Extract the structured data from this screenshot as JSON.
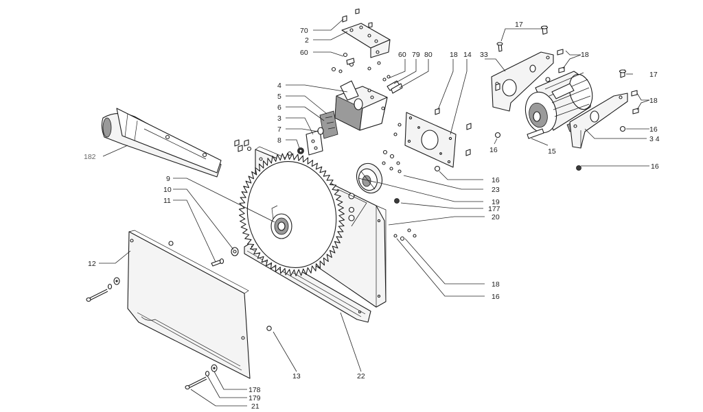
{
  "labels": {
    "l70": "70",
    "l2": "2",
    "l60a": "60",
    "l60b": "60",
    "l79": "79",
    "l80": "80",
    "l18a": "18",
    "l14": "14",
    "l17a": "17",
    "l33": "33",
    "l18b": "18",
    "l17b": "17",
    "l18c": "18",
    "l4": "4",
    "l5": "5",
    "l6": "6",
    "l3": "3",
    "l7": "7",
    "l8": "8",
    "l16a": "16",
    "l16b": "16",
    "l34": "3 4",
    "l15": "15",
    "l16c": "16",
    "l182": "182",
    "l9": "9",
    "l10": "10",
    "l11": "11",
    "l16d": "16",
    "l23": "23",
    "l19": "19",
    "l177": "177",
    "l20": "20",
    "l12": "12",
    "l18d": "18",
    "l16e": "16",
    "l13": "13",
    "l22": "22",
    "l178": "178",
    "l179": "179",
    "l21": "21"
  }
}
